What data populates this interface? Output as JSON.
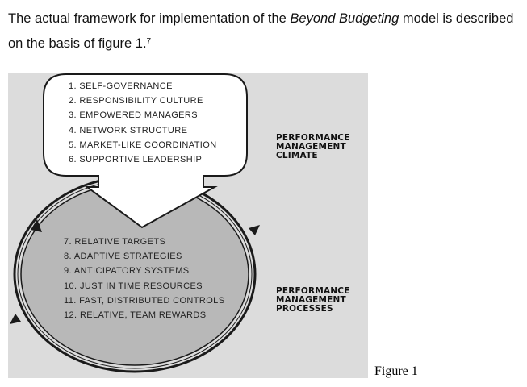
{
  "intro": {
    "part1": "The actual framework for implementation of the ",
    "emphasis": "Beyond Budgeting",
    "part2": " model is described on the basis of figure 1.",
    "footnote": "7"
  },
  "climate": {
    "items": [
      "1. SELF-GOVERNANCE",
      "2. RESPONSIBILITY CULTURE",
      "3. EMPOWERED MANAGERS",
      "4. NETWORK STRUCTURE",
      "5. MARKET-LIKE COORDINATION",
      "6. SUPPORTIVE LEADERSHIP"
    ],
    "label_line1": "PERFORMANCE",
    "label_line2": "MANAGEMENT",
    "label_line3": "CLIMATE"
  },
  "processes": {
    "items": [
      "7. RELATIVE TARGETS",
      "8. ADAPTIVE STRATEGIES",
      "9. ANTICIPATORY SYSTEMS",
      "10. JUST IN TIME RESOURCES",
      "11. FAST, DISTRIBUTED CONTROLS",
      "12. RELATIVE, TEAM REWARDS"
    ],
    "label_line1": "PERFORMANCE",
    "label_line2": "MANAGEMENT",
    "label_line3": "PROCESSES"
  },
  "caption": "Figure 1",
  "colors": {
    "figure_background": "#dcdcdc",
    "ellipse_fill": "#b8b8b8",
    "box_fill": "#ffffff",
    "outline": "#1a1a1a"
  }
}
